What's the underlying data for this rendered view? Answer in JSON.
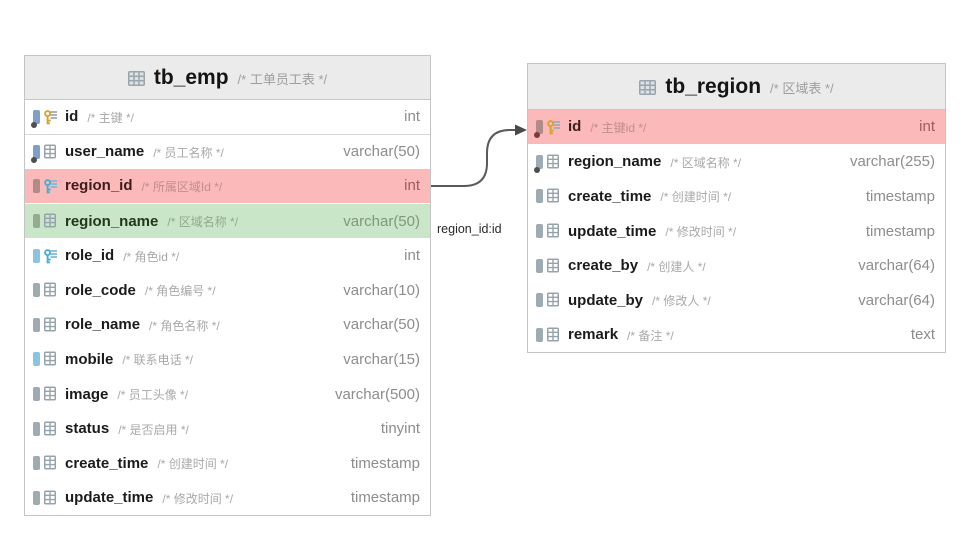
{
  "diagram": {
    "relation_label": "region_id:id",
    "colors": {
      "highlight_red": "#fbb9b9",
      "highlight_green": "#c9e7c8",
      "header_background": "#ebebeb",
      "primary_key_icon": "#d9a228",
      "foreign_key_icon": "#45aed6"
    }
  },
  "tables": {
    "tb_emp": {
      "name": "tb_emp",
      "comment": "/* 工单员工表 */",
      "columns": [
        {
          "name": "id",
          "comment": "/* 主键 */",
          "type": "int",
          "icon": {
            "bar": "blue",
            "dot": true,
            "glyph": "key-gold"
          },
          "highlight": null,
          "section_end": true
        },
        {
          "name": "user_name",
          "comment": "/* 员工名称 */",
          "type": "varchar(50)",
          "icon": {
            "bar": "blue",
            "dot": true,
            "glyph": "grid"
          },
          "highlight": null,
          "section_end": false
        },
        {
          "name": "region_id",
          "comment": "/* 所属区域Id */",
          "type": "int",
          "icon": {
            "bar": "gray",
            "dot": false,
            "glyph": "key-blue"
          },
          "highlight": "red",
          "section_end": false
        },
        {
          "name": "region_name",
          "comment": "/* 区域名称 */",
          "type": "varchar(50)",
          "icon": {
            "bar": "gray",
            "dot": false,
            "glyph": "grid"
          },
          "highlight": "green",
          "section_end": false
        },
        {
          "name": "role_id",
          "comment": "/* 角色id */",
          "type": "int",
          "icon": {
            "bar": "lightblue",
            "dot": false,
            "glyph": "key-blue"
          },
          "highlight": null,
          "section_end": false
        },
        {
          "name": "role_code",
          "comment": "/* 角色编号 */",
          "type": "varchar(10)",
          "icon": {
            "bar": "gray",
            "dot": false,
            "glyph": "grid"
          },
          "highlight": null,
          "section_end": false
        },
        {
          "name": "role_name",
          "comment": "/* 角色名称 */",
          "type": "varchar(50)",
          "icon": {
            "bar": "gray",
            "dot": false,
            "glyph": "grid"
          },
          "highlight": null,
          "section_end": false
        },
        {
          "name": "mobile",
          "comment": "/* 联系电话 */",
          "type": "varchar(15)",
          "icon": {
            "bar": "lightblue",
            "dot": false,
            "glyph": "grid"
          },
          "highlight": null,
          "section_end": false
        },
        {
          "name": "image",
          "comment": "/* 员工头像 */",
          "type": "varchar(500)",
          "icon": {
            "bar": "gray",
            "dot": false,
            "glyph": "grid"
          },
          "highlight": null,
          "section_end": false
        },
        {
          "name": "status",
          "comment": "/* 是否启用 */",
          "type": "tinyint",
          "icon": {
            "bar": "gray",
            "dot": false,
            "glyph": "grid"
          },
          "highlight": null,
          "section_end": false
        },
        {
          "name": "create_time",
          "comment": "/* 创建时间 */",
          "type": "timestamp",
          "icon": {
            "bar": "gray",
            "dot": false,
            "glyph": "grid"
          },
          "highlight": null,
          "section_end": false
        },
        {
          "name": "update_time",
          "comment": "/* 修改时间 */",
          "type": "timestamp",
          "icon": {
            "bar": "gray",
            "dot": false,
            "glyph": "grid"
          },
          "highlight": null,
          "section_end": false
        }
      ]
    },
    "tb_region": {
      "name": "tb_region",
      "comment": "/* 区域表 */",
      "columns": [
        {
          "name": "id",
          "comment": "/* 主键id */",
          "type": "int",
          "icon": {
            "bar": "blue",
            "dot": true,
            "glyph": "key-gold"
          },
          "highlight": "red",
          "section_end": true
        },
        {
          "name": "region_name",
          "comment": "/* 区域名称 */",
          "type": "varchar(255)",
          "icon": {
            "bar": "gray",
            "dot": true,
            "glyph": "grid"
          },
          "highlight": null,
          "section_end": false
        },
        {
          "name": "create_time",
          "comment": "/* 创建时间 */",
          "type": "timestamp",
          "icon": {
            "bar": "gray",
            "dot": false,
            "glyph": "grid"
          },
          "highlight": null,
          "section_end": false
        },
        {
          "name": "update_time",
          "comment": "/* 修改时间 */",
          "type": "timestamp",
          "icon": {
            "bar": "gray",
            "dot": false,
            "glyph": "grid"
          },
          "highlight": null,
          "section_end": false
        },
        {
          "name": "create_by",
          "comment": "/* 创建人 */",
          "type": "varchar(64)",
          "icon": {
            "bar": "gray",
            "dot": false,
            "glyph": "grid"
          },
          "highlight": null,
          "section_end": false
        },
        {
          "name": "update_by",
          "comment": "/* 修改人 */",
          "type": "varchar(64)",
          "icon": {
            "bar": "gray",
            "dot": false,
            "glyph": "grid"
          },
          "highlight": null,
          "section_end": false
        },
        {
          "name": "remark",
          "comment": "/* 备注 */",
          "type": "text",
          "icon": {
            "bar": "gray",
            "dot": false,
            "glyph": "grid"
          },
          "highlight": null,
          "section_end": false
        }
      ]
    }
  }
}
